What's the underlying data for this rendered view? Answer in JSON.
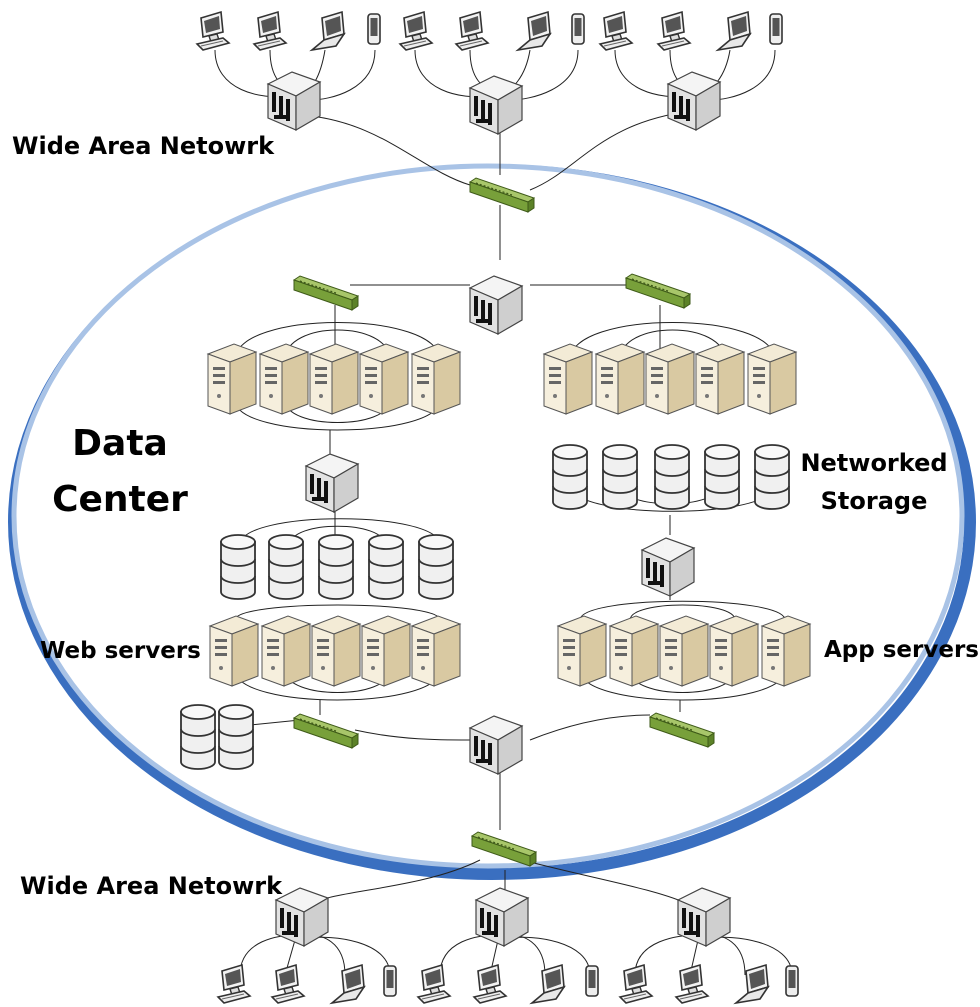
{
  "labels": {
    "wan_top": "Wide Area Netowrk",
    "wan_bottom": "Wide Area Netowrk",
    "data_center_line1": "Data",
    "data_center_line2": "Center",
    "networked_line1": "Networked",
    "networked_line2": "Storage",
    "web_servers": "Web servers",
    "app_servers": "App servers"
  },
  "colors": {
    "switch_green": "#7aa03c",
    "server_tan": "#e8dcc0",
    "ellipse_blue": "#3a6fc0",
    "ellipse_light": "#a9c3e6"
  },
  "icons": [
    "desktop-icon",
    "laptop-icon",
    "phone-icon",
    "server-tower-icon",
    "database-icon",
    "router-icon",
    "switch-icon"
  ]
}
